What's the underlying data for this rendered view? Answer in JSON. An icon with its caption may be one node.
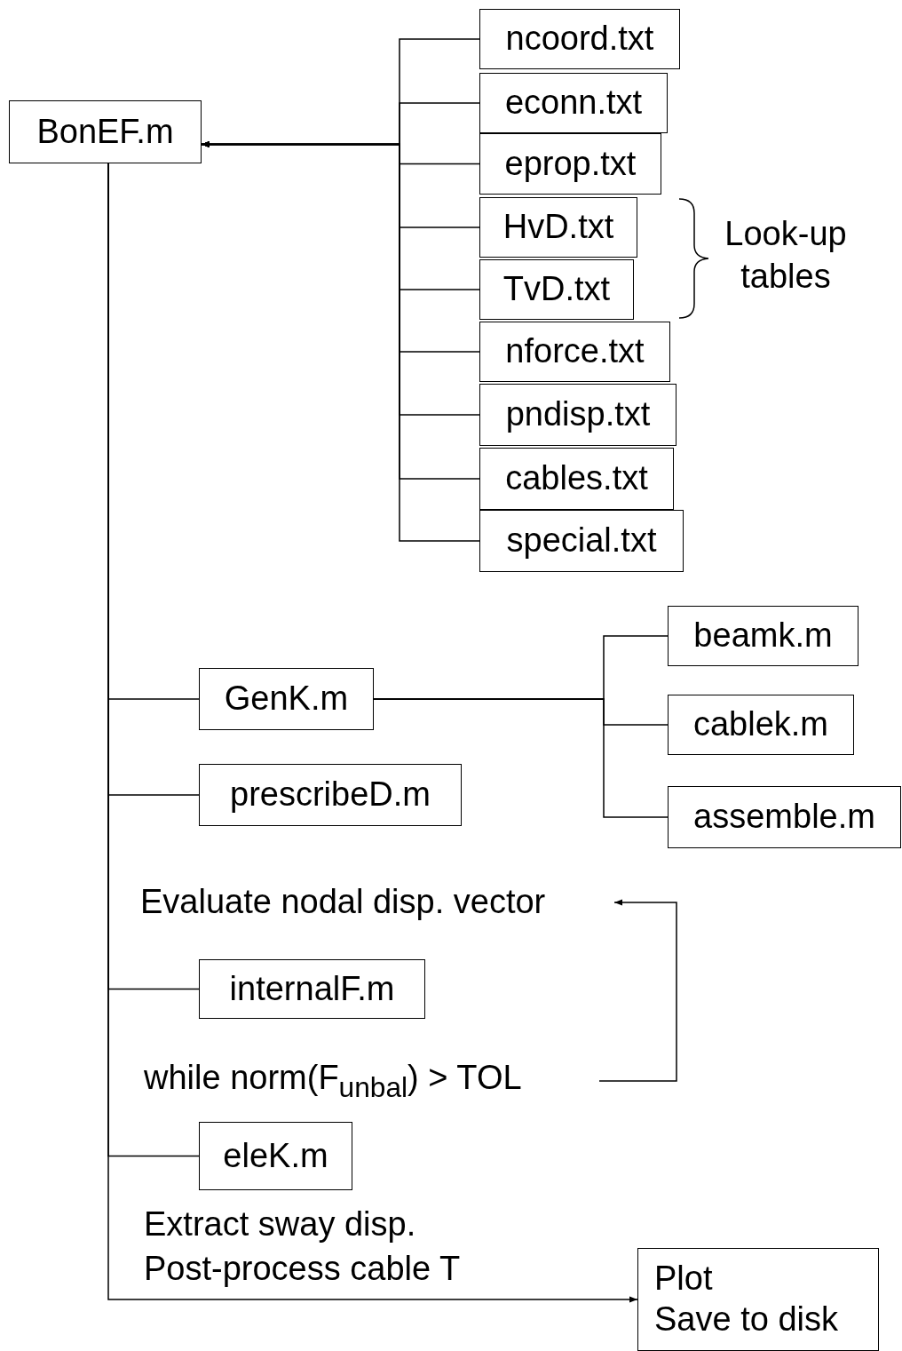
{
  "diagram": {
    "nodes": [
      {
        "text": [
          "BonEF.m"
        ]
      },
      {
        "text": [
          "ncoord.txt"
        ]
      },
      {
        "text": [
          "econn.txt"
        ]
      },
      {
        "text": [
          "eprop.txt"
        ]
      },
      {
        "text": [
          "HvD.txt"
        ]
      },
      {
        "text": [
          "TvD.txt"
        ]
      },
      {
        "text": [
          "nforce.txt"
        ]
      },
      {
        "text": [
          "pndisp.txt"
        ]
      },
      {
        "text": [
          "cables.txt"
        ]
      },
      {
        "text": [
          "special.txt"
        ]
      },
      {
        "text": [
          "GenK.m"
        ]
      },
      {
        "text": [
          "prescribeD.m"
        ]
      },
      {
        "text": [
          "beamk.m"
        ]
      },
      {
        "text": [
          "cablek.m"
        ]
      },
      {
        "text": [
          "assemble.m"
        ]
      },
      {
        "text": [
          "Evaluate nodal disp. vector"
        ]
      },
      {
        "text": [
          "internalF.m"
        ]
      },
      {
        "text": [
          "while norm(F$_{unbal}$) > TOL"
        ]
      },
      {
        "text": [
          "eleK.m"
        ]
      },
      {
        "text": [
          "Plot",
          "Save to disk"
        ]
      }
    ],
    "edges": [
      {
        "from": 1,
        "to": 0,
        "arrow": "to"
      },
      {
        "from": 2,
        "to": 0,
        "arrow": "to"
      },
      {
        "from": 3,
        "to": 0,
        "arrow": "to"
      },
      {
        "from": 4,
        "to": 0,
        "arrow": "to"
      },
      {
        "from": 5,
        "to": 0,
        "arrow": "to"
      },
      {
        "from": 6,
        "to": 0,
        "arrow": "to"
      },
      {
        "from": 7,
        "to": 0,
        "arrow": "to"
      },
      {
        "from": 8,
        "to": 0,
        "arrow": "to"
      },
      {
        "from": 9,
        "to": 0,
        "arrow": "to"
      },
      {
        "from": 0,
        "to": 10,
        "arrow": "none"
      },
      {
        "from": 0,
        "to": 11,
        "arrow": "none"
      },
      {
        "from": 0,
        "to": 16,
        "arrow": "none"
      },
      {
        "from": 0,
        "to": 18,
        "arrow": "none"
      },
      {
        "from": 0,
        "to": 19,
        "arrow": "to"
      },
      {
        "from": 10,
        "to": 12,
        "arrow": "none"
      },
      {
        "from": 10,
        "to": 13,
        "arrow": "none"
      },
      {
        "from": 10,
        "to": 14,
        "arrow": "none"
      },
      {
        "from": 17,
        "to": 15,
        "arrow": "to"
      }
    ],
    "labels": [
      "Look-up tables",
      "Extract sway disp.",
      "Post-process cable T"
    ]
  }
}
